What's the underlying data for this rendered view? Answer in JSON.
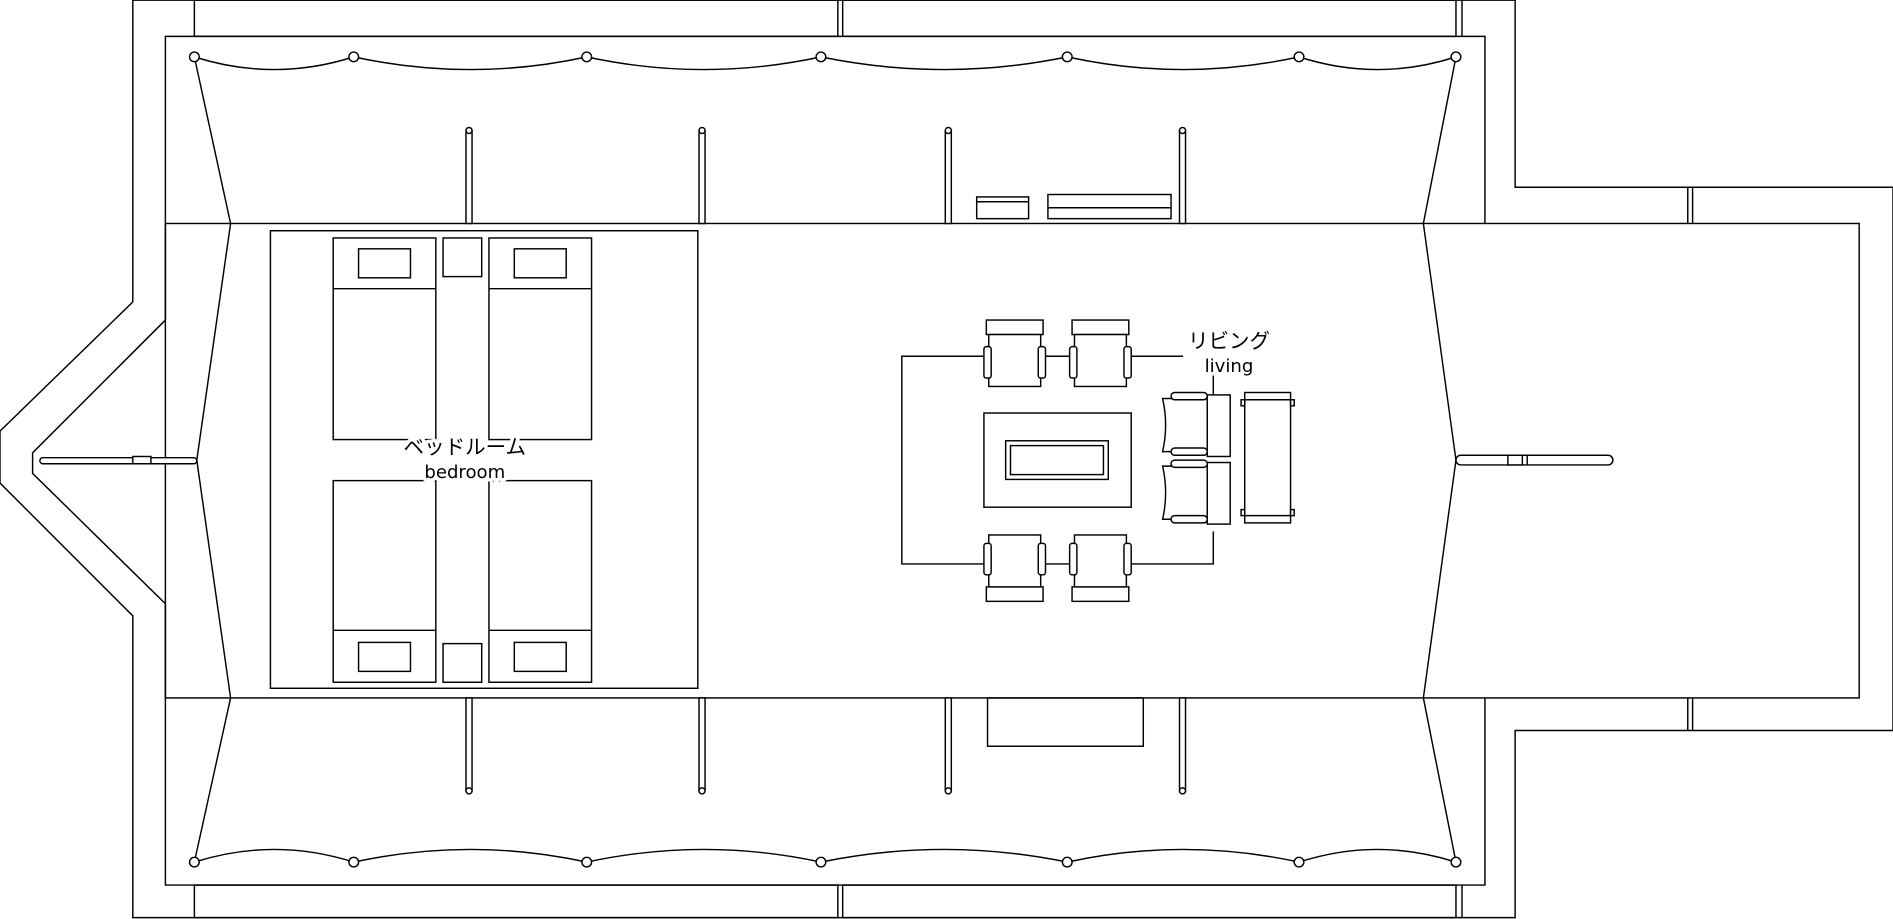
{
  "rooms": {
    "bedroom": {
      "label_ja": "ベッドルーム",
      "label_en": "bedroom"
    },
    "living": {
      "label_ja": "リビング",
      "label_en": "living"
    }
  }
}
